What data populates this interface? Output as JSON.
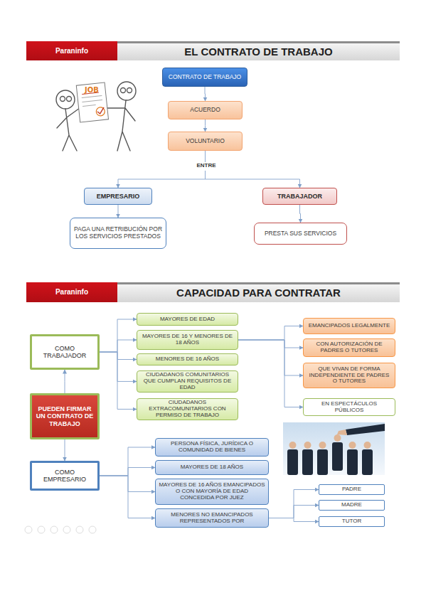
{
  "diagram": {
    "nodes": [
      {
        "text": [
          "Paraninfo"
        ]
      },
      {
        "text": [
          "EL CONTRATO DE TRABAJO"
        ]
      },
      {
        "text": [
          "CONTRATO DE TRABAJO"
        ]
      },
      {
        "text": [
          "ACUERDO"
        ]
      },
      {
        "text": [
          "VOLUNTARIO"
        ]
      },
      {
        "text": [
          "EMPRESARIO"
        ]
      },
      {
        "text": [
          "TRABAJADOR"
        ]
      },
      {
        "text": [
          "PAGA UNA RETRIBUCIÓN POR LOS SERVICIOS PRESTADOS"
        ]
      },
      {
        "text": [
          "PRESTA SUS SERVICIOS"
        ]
      },
      {
        "text": [
          "Paraninfo"
        ]
      },
      {
        "text": [
          "CAPACIDAD PARA CONTRATAR"
        ]
      },
      {
        "text": [
          "COMO TRABAJADOR"
        ]
      },
      {
        "text": [
          "PUEDEN FIRMAR UN CONTRATO DE TRABAJO"
        ]
      },
      {
        "text": [
          "COMO EMPRESARIO"
        ]
      },
      {
        "text": [
          "MAYORES DE EDAD"
        ]
      },
      {
        "text": [
          "MAYORES DE 16 Y MENORES DE 18 AÑOS"
        ]
      },
      {
        "text": [
          "MENORES DE 16 AÑOS"
        ]
      },
      {
        "text": [
          "CIUDADANOS COMUNITARIOS QUE CUMPLAN REQUISITOS DE EDAD"
        ]
      },
      {
        "text": [
          "CIUDADANOS EXTRACOMUNITARIOS CON PERMISO DE TRABAJO"
        ]
      },
      {
        "text": [
          "EMANCIPADOS LEGALMENTE"
        ]
      },
      {
        "text": [
          "CON AUTORIZACIÓN DE PADRES O TUTORES"
        ]
      },
      {
        "text": [
          "QUE VIVAN DE FORMA INDEPENDIENTE DE PADRES O TUTORES"
        ]
      },
      {
        "text": [
          "EN ESPECTÁCULOS PÚBLICOS"
        ]
      },
      {
        "text": [
          "PERSONA FÍSICA, JURÍDICA O COMUNIDAD DE BIENES"
        ]
      },
      {
        "text": [
          "MAYORES DE 18 AÑOS"
        ]
      },
      {
        "text": [
          "MAYORES DE 16 AÑOS EMANCIPADOS O CON MAYORÍA DE EDAD CONCEDIDA POR JUEZ"
        ]
      },
      {
        "text": [
          "MENORES NO EMANCIPADOS REPRESENTADOS POR"
        ]
      },
      {
        "text": [
          "PADRE"
        ]
      },
      {
        "text": [
          "MADRE"
        ]
      },
      {
        "text": [
          "TUTOR"
        ]
      }
    ],
    "edges": [
      {
        "from": 2,
        "to": 3,
        "arrow": "to"
      },
      {
        "from": 3,
        "to": 4,
        "arrow": "to"
      },
      {
        "from": 4,
        "to": 5,
        "arrow": "to"
      },
      {
        "from": 4,
        "to": 6,
        "arrow": "to"
      },
      {
        "from": 5,
        "to": 7,
        "arrow": "to"
      },
      {
        "from": 6,
        "to": 8,
        "arrow": "to"
      },
      {
        "from": 12,
        "to": 11,
        "arrow": "to"
      },
      {
        "from": 12,
        "to": 13,
        "arrow": "to"
      },
      {
        "from": 11,
        "to": 14,
        "arrow": "to"
      },
      {
        "from": 11,
        "to": 15,
        "arrow": "to"
      },
      {
        "from": 11,
        "to": 16,
        "arrow": "to"
      },
      {
        "from": 11,
        "to": 17,
        "arrow": "to"
      },
      {
        "from": 11,
        "to": 18,
        "arrow": "to"
      },
      {
        "from": 15,
        "to": 19,
        "arrow": "to"
      },
      {
        "from": 15,
        "to": 20,
        "arrow": "to"
      },
      {
        "from": 15,
        "to": 21,
        "arrow": "to"
      },
      {
        "from": 15,
        "to": 22,
        "arrow": "to"
      },
      {
        "from": 13,
        "to": 23,
        "arrow": "to"
      },
      {
        "from": 13,
        "to": 24,
        "arrow": "to"
      },
      {
        "from": 13,
        "to": 25,
        "arrow": "to"
      },
      {
        "from": 13,
        "to": 26,
        "arrow": "to"
      },
      {
        "from": 26,
        "to": 27,
        "arrow": "to"
      },
      {
        "from": 26,
        "to": 28,
        "arrow": "to"
      },
      {
        "from": 26,
        "to": 29,
        "arrow": "to"
      }
    ],
    "labels": [
      "ENTRE",
      "JOB"
    ]
  }
}
